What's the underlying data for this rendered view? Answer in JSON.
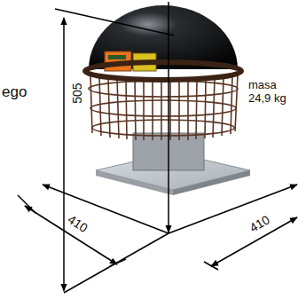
{
  "diagram": {
    "labels": [
      "ego",
      "505",
      "masa 24,9 kg",
      "410",
      "410"
    ]
  }
}
